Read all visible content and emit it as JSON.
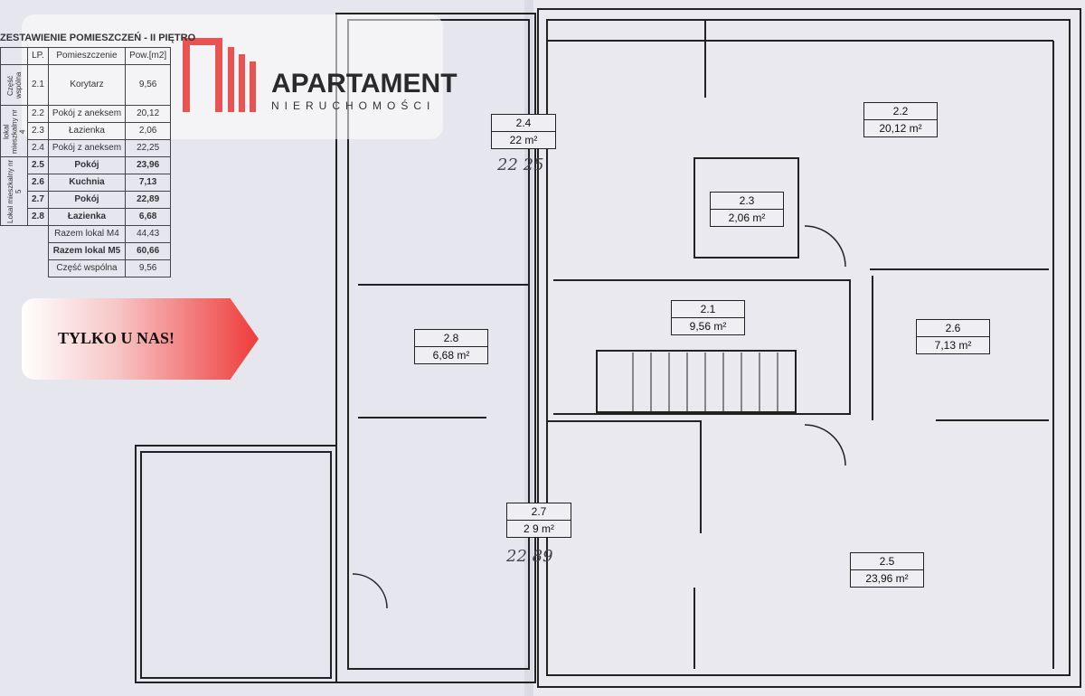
{
  "table": {
    "title": "ZESTAWIENIE POMIESZCZEŃ - II PIĘTRO",
    "headers": [
      "LP.",
      "Pomieszczenie",
      "Pow.[m2]"
    ],
    "groups": [
      "Część wspólna",
      "lokal mieszkalny nr 4",
      "Lokal mieszkalny nr 5"
    ],
    "rows": [
      [
        "2.1",
        "Korytarz",
        "9,56"
      ],
      [
        "2.2",
        "Pokój z aneksem",
        "20,12"
      ],
      [
        "2.3",
        "Łazienka",
        "2,06"
      ],
      [
        "2.4",
        "Pokój z aneksem",
        "22,25"
      ],
      [
        "2.5",
        "Pokój",
        "23,96"
      ],
      [
        "2.6",
        "Kuchnia",
        "7,13"
      ],
      [
        "2.7",
        "Pokój",
        "22,89"
      ],
      [
        "2.8",
        "Łazienka",
        "6,68"
      ]
    ],
    "totals": [
      [
        "Razem lokal M4",
        "44,43"
      ],
      [
        "Razem lokal M5",
        "60,66"
      ],
      [
        "Część wspólna",
        "9,56"
      ]
    ]
  },
  "logo": {
    "brand": "APARTAMENT",
    "sub": "NIERUCHOMOŚCI"
  },
  "badge": "TYLKO U NAS!",
  "rooms": [
    {
      "id": "2.2",
      "area": "20,12 m²"
    },
    {
      "id": "2.3",
      "area": "2,06 m²"
    },
    {
      "id": "2.1",
      "area": "9,56 m²"
    },
    {
      "id": "2.6",
      "area": "7,13 m²"
    },
    {
      "id": "2.5",
      "area": "23,96 m²"
    },
    {
      "id": "2.8",
      "area": "6,68 m²"
    },
    {
      "id": "2.4",
      "area": "22 m²"
    },
    {
      "id": "2.7",
      "area": "2 9 m²"
    }
  ],
  "handwritten": [
    "22 25",
    "22 89"
  ]
}
